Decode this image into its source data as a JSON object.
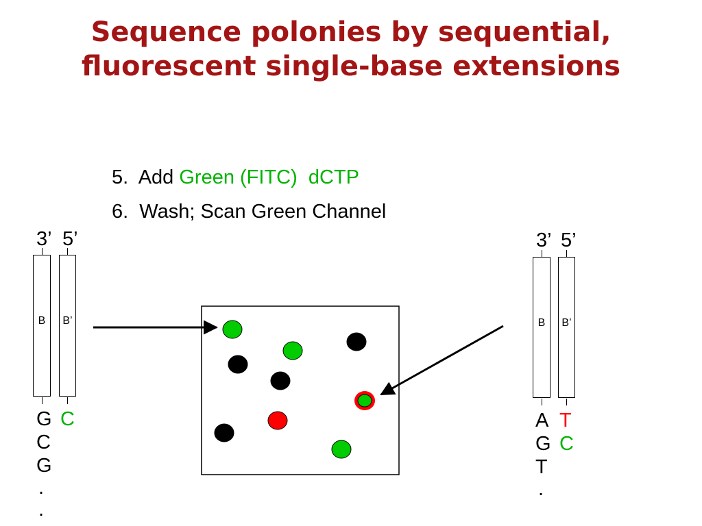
{
  "title": {
    "line1": "Sequence polonies by sequential,",
    "line2": "fluorescent single-base extensions"
  },
  "steps": {
    "step5_prefix": "5.  Add ",
    "step5_highlight": "Green (FITC)  dCTP",
    "step6": "6.  Wash; Scan Green Channel"
  },
  "left_template": {
    "end_3": "3’",
    "end_5": "5’",
    "strand_b": "B",
    "strand_b_prime": "B’",
    "bases_left": [
      "G",
      "C",
      "G",
      ".",
      "."
    ],
    "bases_right": [
      {
        "text": "C",
        "color": "green"
      }
    ]
  },
  "right_template": {
    "end_3": "3’",
    "end_5": "5’",
    "strand_b": "B",
    "strand_b_prime": "B’",
    "bases_left": [
      "A",
      "G",
      "T",
      "."
    ],
    "bases_right": [
      {
        "text": "T",
        "color": "red"
      },
      {
        "text": "C",
        "color": "green"
      }
    ]
  },
  "colors": {
    "title": "#a31515",
    "green": "#00b300",
    "red": "#ff0000",
    "spot_green": "#00cc00",
    "spot_red": "#ff0000",
    "spot_black": "#000000"
  },
  "spots": [
    {
      "name": "spot-green-1",
      "color": "green"
    },
    {
      "name": "spot-green-2",
      "color": "green"
    },
    {
      "name": "spot-black-1",
      "color": "black"
    },
    {
      "name": "spot-black-2",
      "color": "black"
    },
    {
      "name": "spot-black-3",
      "color": "black"
    },
    {
      "name": "spot-red-ring-green",
      "color": "green",
      "ring": "red"
    },
    {
      "name": "spot-black-4",
      "color": "black"
    },
    {
      "name": "spot-red",
      "color": "red"
    },
    {
      "name": "spot-green-3",
      "color": "green"
    }
  ]
}
